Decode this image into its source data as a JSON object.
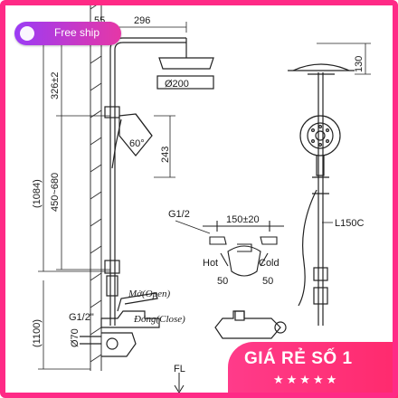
{
  "badges": {
    "free_ship": "Free ship",
    "price_tag": "GIÁ RẺ SỐ 1",
    "stars": "★★★★★"
  },
  "dimensions": {
    "top_partial": "55",
    "arm_length": "296",
    "head_diameter": "Ø200",
    "head_height": "130",
    "height_326": "326±2",
    "height_1084": "(1084)",
    "height_450_680": "450~680",
    "height_1100": "(1100)",
    "handshower_angle": "60°",
    "handshower_span": "243",
    "inlet_spacing": "150±20",
    "inlet_spacing_2": "50",
    "hose_length": "L150C",
    "inlet_thread": "G1/2",
    "inlet_thread_2": "G1/2\"",
    "mixer_offset": "Ø70",
    "floor_mark": "FL"
  },
  "labels": {
    "open": "Mở(Open)",
    "close": "Đóng(Close)",
    "hot": "Hot",
    "cold": "Cold",
    "fifty_left": "50",
    "fifty_right": "50"
  }
}
